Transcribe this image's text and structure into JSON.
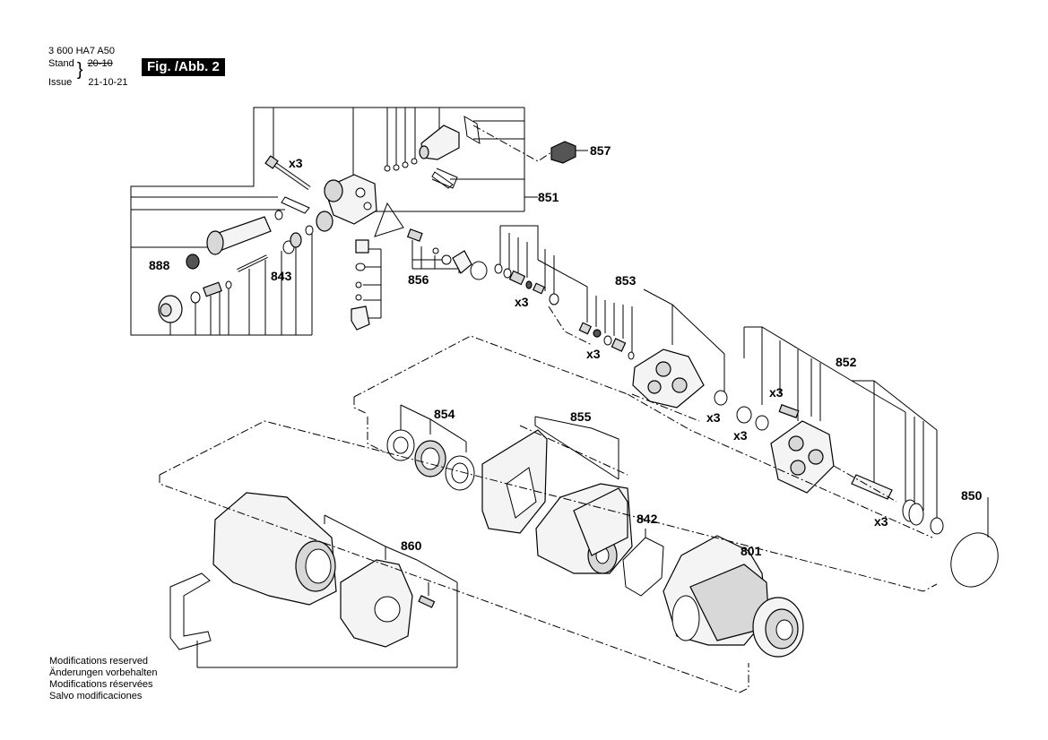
{
  "header": {
    "doc_number": "3 600 HA7 A50",
    "stand_label": "Stand",
    "stand_value": "20-10",
    "issue_label": "Issue",
    "issue_value": "21-10-21",
    "figure_label": "Fig. /Abb. 2"
  },
  "part_labels": {
    "p851": "851",
    "p857": "857",
    "p888": "888",
    "p843": "843",
    "p856": "856",
    "p853": "853",
    "p852": "852",
    "p854": "854",
    "p855": "855",
    "p842": "842",
    "p801": "801",
    "p850": "850",
    "p860": "860"
  },
  "quantity_marks": {
    "x3_a": "x3",
    "x3_b": "x3",
    "x3_c": "x3",
    "x3_d": "x3",
    "x3_e": "x3",
    "x3_f": "x3",
    "x3_g": "x3"
  },
  "footer": {
    "line1": "Modifications reserved",
    "line2": "Änderungen vorbehalten",
    "line3": "Modifications réservées",
    "line4": "Salvo modificaciones"
  }
}
